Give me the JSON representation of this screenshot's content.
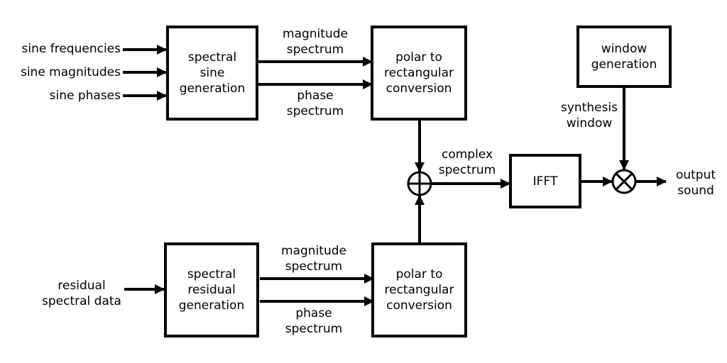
{
  "inputs": {
    "sine_frequencies": "sine frequencies",
    "sine_magnitudes": "sine magnitudes",
    "sine_phases": "sine phases",
    "residual_spectral_data": [
      "residual",
      "spectral data"
    ]
  },
  "blocks": {
    "spectral_sine_generation": [
      "spectral",
      "sine",
      "generation"
    ],
    "polar_to_rect_top": [
      "polar to",
      "rectangular",
      "conversion"
    ],
    "spectral_residual_generation": [
      "spectral",
      "residual",
      "generation"
    ],
    "polar_to_rect_bottom": [
      "polar to",
      "rectangular",
      "conversion"
    ],
    "window_generation": [
      "window",
      "generation"
    ],
    "ifft": "IFFT"
  },
  "signals": {
    "magnitude_spectrum_top": [
      "magnitude",
      "spectrum"
    ],
    "phase_spectrum_top": [
      "phase",
      "spectrum"
    ],
    "magnitude_spectrum_bottom": [
      "magnitude",
      "spectrum"
    ],
    "phase_spectrum_bottom": [
      "phase",
      "spectrum"
    ],
    "complex_spectrum": [
      "complex",
      "spectrum"
    ],
    "synthesis_window": [
      "synthesis",
      "window"
    ],
    "output_sound": [
      "output",
      "sound"
    ]
  },
  "operators": {
    "sum": "adder",
    "multiply": "multiplier"
  }
}
